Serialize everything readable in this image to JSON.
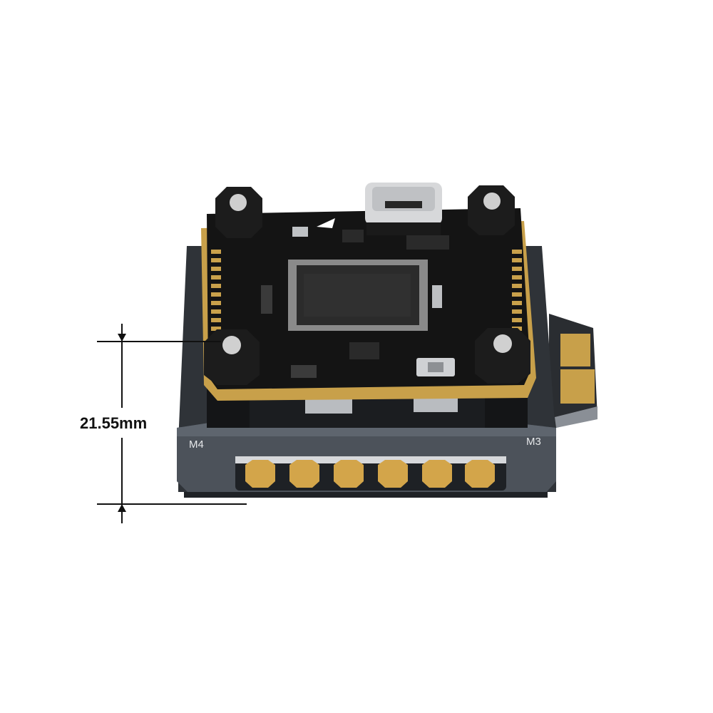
{
  "image": {
    "kind": "product-photo",
    "subject": "flight-controller-stack",
    "background_color": "#ffffff"
  },
  "dimension": {
    "value": "21.55mm"
  },
  "labels": {
    "motor_left": "M4",
    "motor_right": "M3"
  },
  "colors": {
    "pcb": "#151515",
    "gold": "#c8a04a",
    "esc_body": "#4a5058",
    "esc_dark": "#2e3238",
    "usb": "#d7d8da",
    "standoff": "#1c1c1c",
    "screw": "#cfcfcf",
    "dimension_line": "#111111"
  }
}
